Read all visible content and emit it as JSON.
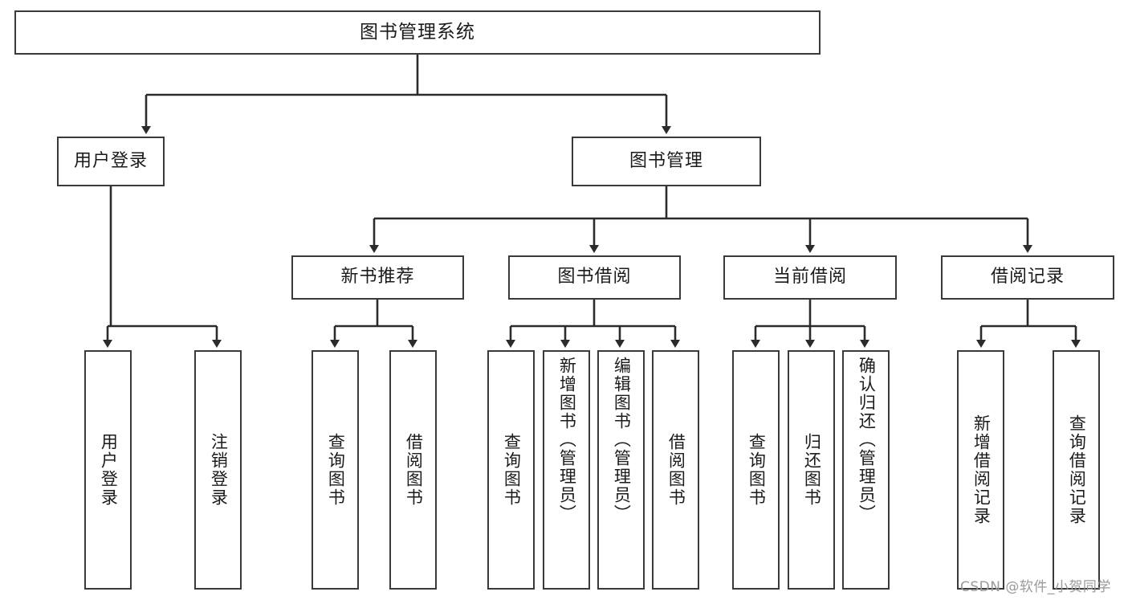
{
  "diagram": {
    "title": "图书管理系统",
    "type": "hierarchy-tree",
    "root": {
      "id": "root",
      "label": "图书管理系统",
      "orientation": "horizontal"
    },
    "level2": [
      {
        "id": "user-login",
        "label": "用户登录",
        "orientation": "horizontal"
      },
      {
        "id": "book-manage",
        "label": "图书管理",
        "orientation": "horizontal"
      }
    ],
    "level3": [
      {
        "id": "new-book-recommend",
        "label": "新书推荐",
        "orientation": "horizontal",
        "parent": "book-manage"
      },
      {
        "id": "book-borrow",
        "label": "图书借阅",
        "orientation": "horizontal",
        "parent": "book-manage"
      },
      {
        "id": "current-borrow",
        "label": "当前借阅",
        "orientation": "horizontal",
        "parent": "book-manage"
      },
      {
        "id": "borrow-record",
        "label": "借阅记录",
        "orientation": "horizontal",
        "parent": "book-manage"
      }
    ],
    "leaves": [
      {
        "id": "leaf-user-login",
        "label": "用户登录",
        "parent": "user-login"
      },
      {
        "id": "leaf-user-logout",
        "label": "注销登录",
        "parent": "user-login"
      },
      {
        "id": "leaf-query-book-1",
        "label": "查询图书",
        "parent": "new-book-recommend"
      },
      {
        "id": "leaf-borrow-book-1",
        "label": "借阅图书",
        "parent": "new-book-recommend"
      },
      {
        "id": "leaf-query-book-2",
        "label": "查询图书",
        "parent": "book-borrow"
      },
      {
        "id": "leaf-add-book",
        "label": "新增图书（管理员）",
        "parent": "book-borrow"
      },
      {
        "id": "leaf-edit-book",
        "label": "编辑图书（管理员）",
        "parent": "book-borrow"
      },
      {
        "id": "leaf-borrow-book-2",
        "label": "借阅图书",
        "parent": "book-borrow"
      },
      {
        "id": "leaf-query-book-3",
        "label": "查询图书",
        "parent": "current-borrow"
      },
      {
        "id": "leaf-return-book",
        "label": "归还图书",
        "parent": "current-borrow"
      },
      {
        "id": "leaf-confirm-return",
        "label": "确认归还（管理员）",
        "parent": "current-borrow"
      },
      {
        "id": "leaf-add-record",
        "label": "新增借阅记录",
        "parent": "borrow-record"
      },
      {
        "id": "leaf-query-record",
        "label": "查询借阅记录",
        "parent": "borrow-record"
      }
    ]
  },
  "watermark": {
    "text": "CSDN @软件_小贺同学"
  },
  "colors": {
    "stroke": "#3a3a3a",
    "background": "#ffffff",
    "text": "#1b1b1b",
    "watermark": "#9a9a9a"
  }
}
